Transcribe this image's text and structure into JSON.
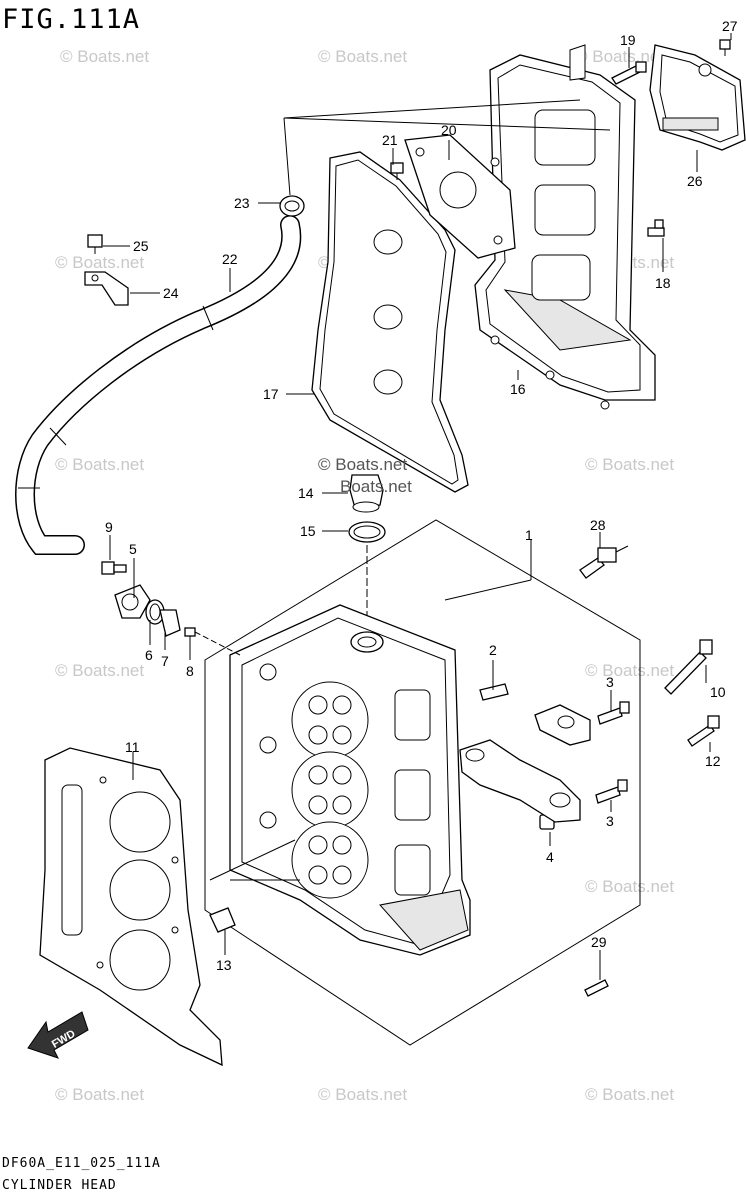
{
  "figure": {
    "title": "FIG.111A",
    "code": "DF60A_E11_025_111A",
    "name": "CYLINDER HEAD"
  },
  "watermark": {
    "text": "© Boats.net",
    "plain_text": "Boats.net"
  },
  "direction_arrow": {
    "label": "FWD"
  },
  "parts": [
    {
      "ref": "1"
    },
    {
      "ref": "2"
    },
    {
      "ref": "3"
    },
    {
      "ref": "3b",
      "label": "3"
    },
    {
      "ref": "4"
    },
    {
      "ref": "5"
    },
    {
      "ref": "6"
    },
    {
      "ref": "7"
    },
    {
      "ref": "8"
    },
    {
      "ref": "9"
    },
    {
      "ref": "10"
    },
    {
      "ref": "11"
    },
    {
      "ref": "12"
    },
    {
      "ref": "13"
    },
    {
      "ref": "14"
    },
    {
      "ref": "15"
    },
    {
      "ref": "16"
    },
    {
      "ref": "17"
    },
    {
      "ref": "18"
    },
    {
      "ref": "19"
    },
    {
      "ref": "20"
    },
    {
      "ref": "21"
    },
    {
      "ref": "22"
    },
    {
      "ref": "23"
    },
    {
      "ref": "24"
    },
    {
      "ref": "25"
    },
    {
      "ref": "26"
    },
    {
      "ref": "27"
    },
    {
      "ref": "28"
    },
    {
      "ref": "29"
    }
  ]
}
